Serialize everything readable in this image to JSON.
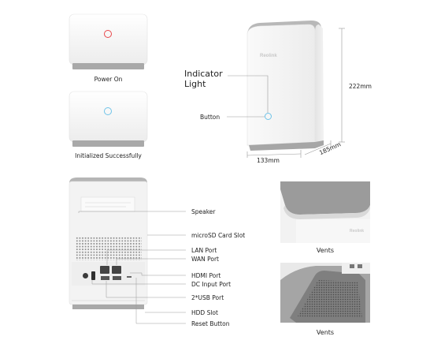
{
  "top_left": {
    "state1": {
      "caption": "Power On"
    },
    "state2": {
      "caption": "Initialized Successfully"
    }
  },
  "main_unit": {
    "brand": "Reolink",
    "indicator_label": "Indicator\nLight",
    "button_label": "Button",
    "height_label": "222mm",
    "width_label": "133mm",
    "depth_label": "185mm"
  },
  "rear": {
    "labels": {
      "speaker": "Speaker",
      "microsd": "microSD Card Slot",
      "lan": "LAN Port",
      "wan": "WAN Port",
      "hdmi": "HDMI Port",
      "dc": "DC Input Port",
      "usb": "2*USB Port",
      "hdd": "HDD Slot",
      "reset": "Reset Button"
    }
  },
  "vents": {
    "top_caption": "Vents",
    "bottom_caption": "Vents",
    "brand": "Reolink"
  },
  "colors": {
    "body": "#f4f4f4",
    "shadow_gray": "#a9a9a9",
    "power_on_ring": "#e8464a",
    "init_ring": "#6fc3e8"
  }
}
